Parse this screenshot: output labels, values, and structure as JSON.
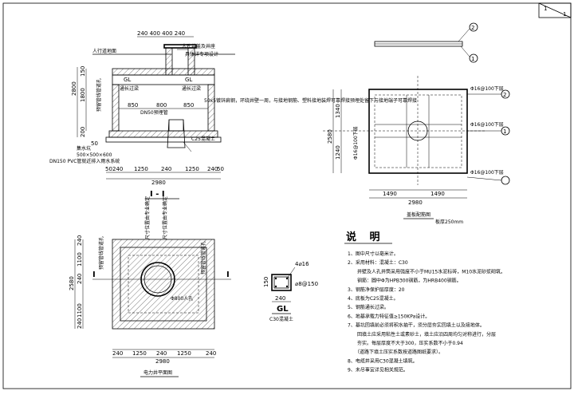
{
  "title_block": {
    "sheet": "1",
    "total": "1"
  },
  "section_view": {
    "title": "I - I",
    "labels": {
      "top_dims": "240 400 400 240",
      "manhole_note": "人孔井盖及井座",
      "design_note": "具体详专项设计",
      "sidewalk": "人行道地面",
      "dim_2800": "2800",
      "dim_1800": "1800",
      "dim_200": "200",
      "dim_150": "150",
      "dim_50": "50",
      "gl_left": "GL",
      "gl_right": "GL",
      "beam_left": "通长过梁",
      "beam_right": "通长过梁",
      "dim_850a": "850",
      "dim_800": "800",
      "dim_850b": "850",
      "pipe_note": "DN50预埋管",
      "wall_note": "50x5镀锌扁钢，环绕井壁一周，与接地钢筋、塑料接地装焊可靠焊接预埋处留下与接地端子可靠焊接",
      "sump": "集水坑",
      "sump_dim": "500×500×600",
      "drain": "DN150 PVC管就近排入雨水系统",
      "concrete": "C25混凝土",
      "bottom_dims": [
        "50",
        "240",
        "1250",
        "240",
        "1250",
        "240",
        "50"
      ],
      "total": "2980",
      "side_label_1": "预留管线管道孔"
    }
  },
  "plan_view": {
    "title": "电力井平面图",
    "labels": {
      "vert_dims": [
        "240",
        "1100",
        "240",
        "1100",
        "240"
      ],
      "total_vert": "2580",
      "horiz_dims": [
        "240",
        "1250",
        "240",
        "1250",
        "240"
      ],
      "total_horiz": "2980",
      "manhole": "Φ800人孔",
      "sec_left": "I",
      "sec_right": "I",
      "tags": [
        "预留管线管道孔",
        "预留管线管道孔",
        "尺寸位置由专业确定",
        "尺寸位置由专业确定"
      ]
    }
  },
  "beam_detail": {
    "title": "C30混凝土",
    "rebar": "4⌀16",
    "stirrup": "⌀8@150",
    "height": "150",
    "width": "240",
    "gl": "GL"
  },
  "slab_plan": {
    "title": "盖板配筋图",
    "thickness": "板厚250mm",
    "rebars": [
      "Φ16@100下层",
      "Φ16@100下层",
      "Φ16@100下层",
      "Φ16@100下层"
    ],
    "markers": [
      "2",
      "1",
      "2",
      "1"
    ],
    "vert_dims": [
      "1340",
      "1240"
    ],
    "total_vert": "2580",
    "horiz_dims": [
      "1490",
      "1490"
    ],
    "total_horiz": "2980"
  },
  "notes": {
    "heading": "说    明",
    "items": [
      "1、图中尺寸以毫米计。",
      "2、采用材料：混凝土：C30",
      "　　井壁及人孔井筒采用强度不小于MU15水泥标砖，M10水泥砂浆砌筑。",
      "　　钢筋：圆中Φ为HPB300钢筋，为HRB400钢筋。",
      "3、钢筋净保护层厚度：20",
      "4、底板为C25混凝土。",
      "5、钢筋通长过梁。",
      "6、地基承载力特征值≥150KPa设计。",
      "7、基坑回填前必须将积水抽干，须分层夯实回填土以及接地体。",
      "　　回填土应采用粘性土或素砂土，填土应沿四周均匀对称进行，分层",
      "　　夯实。每层厚度不大于300，压实系数不小于0.94",
      "　　（道路下填土压实系数按道路图纸要求）。",
      "8、电缆井采用C30混凝土填筑。",
      "9、未尽事宜详见相关规范。"
    ]
  }
}
